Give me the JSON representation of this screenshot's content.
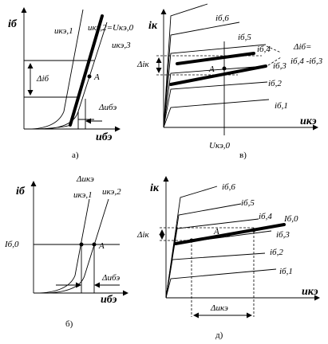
{
  "panel_a": {
    "y_axis": "iб",
    "x_axis": "uбэ",
    "curve_1": "uкэ,1",
    "curve_2": "uкэ,2=Uкэ,0",
    "curve_3": "uкэ,3",
    "delta_i": "Δiб",
    "delta_u": "Δuбэ",
    "point": "A",
    "caption": "а)"
  },
  "panel_v": {
    "y_axis": "iк",
    "x_axis": "uкэ",
    "curves": [
      "iб,6",
      "iб,5",
      "iб,4",
      "iб,3",
      "iб,2",
      "iб,1"
    ],
    "delta_i": "Δiк",
    "delta_ib": "Δiб=",
    "delta_ib_expr": "iб,4 -iб,3",
    "x_mark": "Uкэ,0",
    "point": "A",
    "caption": "в)"
  },
  "panel_b": {
    "y_axis": "iб",
    "x_axis": "uбэ",
    "delta_u_top": "Δuкэ",
    "curve_1": "uкэ,1",
    "curve_2": "uкэ,2",
    "y_mark": "Iб,0",
    "delta_u": "Δuбэ",
    "point": "A",
    "caption": "б)"
  },
  "panel_d": {
    "y_axis": "iк",
    "x_axis": "uкэ",
    "curves": [
      "iб,6",
      "iб,5",
      "iб,4",
      "iб,3",
      "iб,2",
      "iб,1"
    ],
    "ib0": "Iб,0",
    "delta_i": "Δiк",
    "delta_u": "Δuкэ",
    "point": "A",
    "caption": "д)"
  }
}
